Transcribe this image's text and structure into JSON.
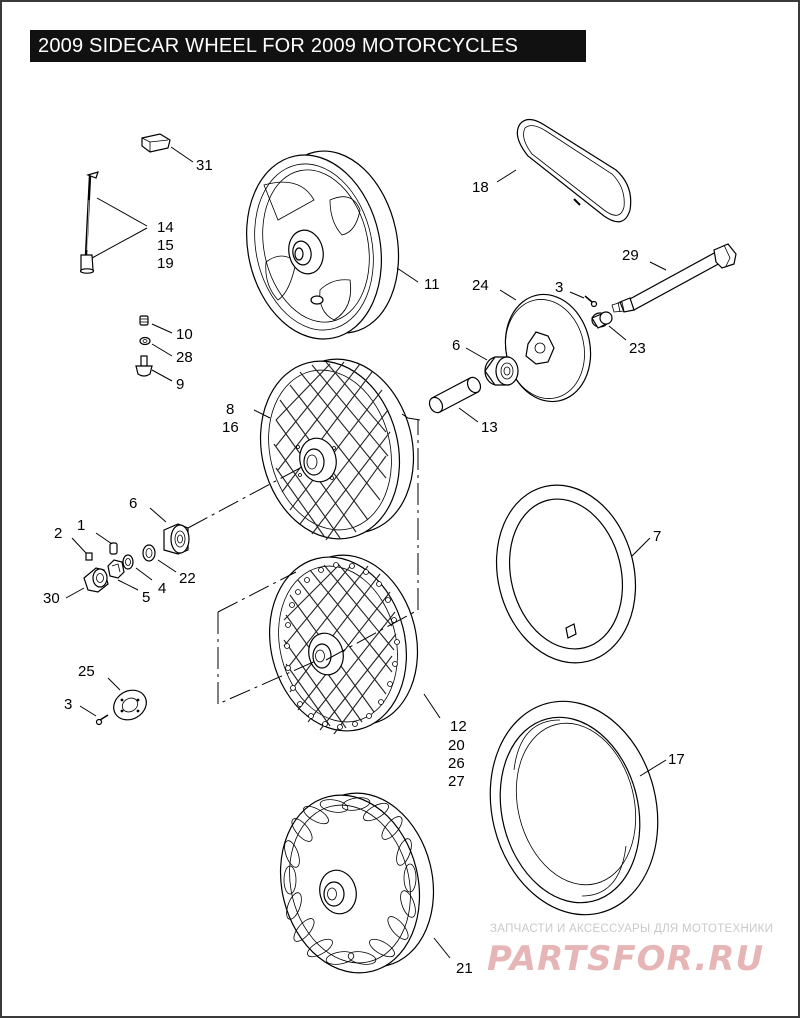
{
  "title": "2009 SIDECAR WHEEL FOR 2009 MOTORCYCLES",
  "watermark": {
    "tagline": "ЗАПЧАСТИ И АКСЕССУАРЫ ДЛЯ МОТОТЕХНИКИ",
    "logo": "PARTSFOR.RU"
  },
  "callouts": {
    "c31": "31",
    "c14": "14",
    "c15": "15",
    "c19": "19",
    "c11": "11",
    "c18": "18",
    "c29": "29",
    "c24": "24",
    "c3a": "3",
    "c23": "23",
    "c10": "10",
    "c28": "28",
    "c9": "9",
    "c6a": "6",
    "c13": "13",
    "c8": "8",
    "c16": "16",
    "c6b": "6",
    "c1": "1",
    "c2": "2",
    "c22": "22",
    "c4": "4",
    "c5": "5",
    "c30": "30",
    "c7": "7",
    "c25": "25",
    "c3b": "3",
    "c12": "12",
    "c20": "20",
    "c26": "26",
    "c27": "27",
    "c17": "17",
    "c21": "21"
  },
  "colors": {
    "title_bg": "#111111",
    "title_text": "#ffffff",
    "watermark_logo": "#e6b5b5"
  }
}
